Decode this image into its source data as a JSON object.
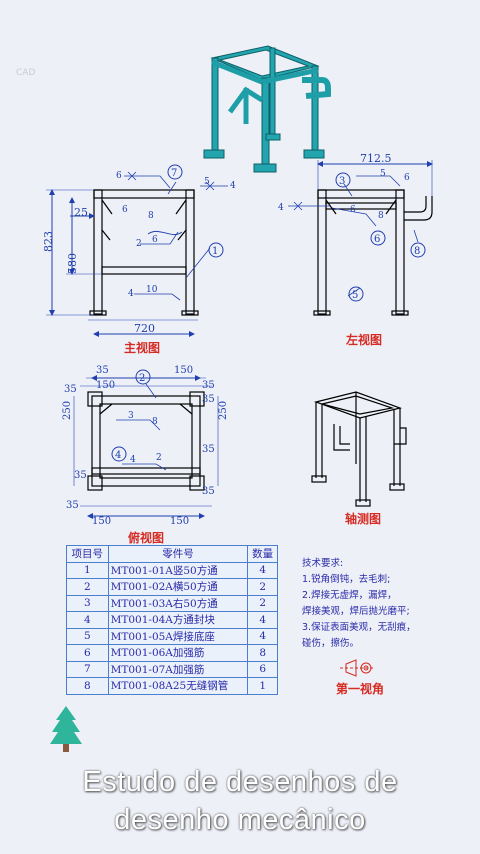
{
  "watermark": "CAD",
  "views": {
    "front": "主视图",
    "left": "左视图",
    "top": "俯视图",
    "iso": "轴测图"
  },
  "dims": {
    "front_width": "720",
    "front_height": "823",
    "front_inner_height": "580",
    "front_top_offset": "25",
    "left_width": "712.5",
    "top_150a": "150",
    "top_35a": "35",
    "top_35b": "35",
    "top_150b": "150",
    "top_35c": "35",
    "top_35d": "35",
    "top_250a": "250",
    "top_250b": "250",
    "top_35e": "35",
    "top_35f": "35",
    "top_35g": "35",
    "top_150c": "150",
    "top_35h": "35",
    "top_150d": "150"
  },
  "weld": {
    "w6": "6",
    "w5": "5",
    "w4": "4",
    "w8": "8",
    "w2": "2",
    "w10": "10",
    "w3": "3"
  },
  "balloons": [
    "1",
    "2",
    "3",
    "4",
    "5",
    "6",
    "7",
    "8"
  ],
  "bom": {
    "headers": [
      "项目号",
      "零件号",
      "数量"
    ],
    "rows": [
      {
        "no": "1",
        "part": "MT001-01A竖50方通",
        "qty": "4"
      },
      {
        "no": "2",
        "part": "MT001-02A横50方通",
        "qty": "2"
      },
      {
        "no": "3",
        "part": "MT001-03A右50方通",
        "qty": "2"
      },
      {
        "no": "4",
        "part": "MT001-04A方通封块",
        "qty": "4"
      },
      {
        "no": "5",
        "part": "MT001-05A焊接底座",
        "qty": "4"
      },
      {
        "no": "6",
        "part": "MT001-06A加强筋",
        "qty": "8"
      },
      {
        "no": "7",
        "part": "MT001-07A加强筋",
        "qty": "6"
      },
      {
        "no": "8",
        "part": "MT001-08A25无缝钢管",
        "qty": "1"
      }
    ]
  },
  "requirements": {
    "title": "技术要求:",
    "lines": [
      "1.锐角倒钝，去毛刺;",
      "2.焊接无虚焊，漏焊，",
      "焊接美观，焊后抛光磨平;",
      "3.保证表面美观，无刮痕，",
      "碰伤，擦伤。"
    ]
  },
  "projection_label": "第一视角",
  "caption": {
    "line1": "Estudo de desenhos de",
    "line2": "desenho mecânico"
  },
  "colors": {
    "line": "#1f3fae",
    "frame": "#000000",
    "accent": "#d62b22",
    "teal": "#1e9fa8",
    "tree": "#2fb59c"
  }
}
